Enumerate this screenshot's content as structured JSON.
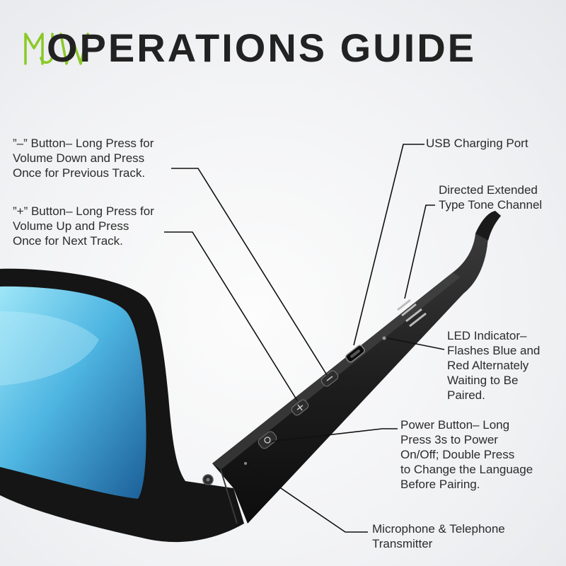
{
  "title": "OPERATIONS GUIDE",
  "logo": {
    "text": "MJW",
    "color": "#8ac926"
  },
  "callouts": {
    "minus_button": "”–” Button– Long Press for\nVolume Down and Press\nOnce for Previous Track.",
    "plus_button": "”+” Button– Long Press for\nVolume Up and Press\nOnce for Next Track.",
    "usb_port": "USB Charging Port",
    "tone_channel": "Directed Extended\nType Tone Channel",
    "led_indicator": "LED Indicator–\nFlashes Blue and\nRed Alternately\nWaiting to Be\nPaired.",
    "power_button": "Power Button– Long\nPress 3s to Power\nOn/Off; Double Press\nto Change the Language\nBefore Pairing.",
    "microphone": "Microphone & Telephone\nTransmitter"
  },
  "colors": {
    "frame": "#1b1b1b",
    "lens_light": "#7fd8f2",
    "lens_dark": "#1d6fa8",
    "leader": "#111111"
  },
  "icons": [
    "mjw-logo",
    "usb-port-icon",
    "minus-button-icon",
    "plus-button-icon",
    "power-button-icon",
    "led-dot-icon",
    "mic-hole-icon",
    "speaker-grille-icon"
  ]
}
